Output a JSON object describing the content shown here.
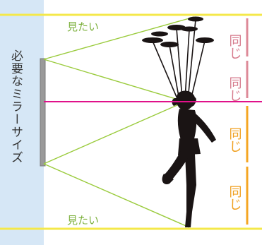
{
  "diagram": {
    "side_label": "必要なミラーサイズ",
    "top_label": "見たい",
    "bottom_label": "見たい",
    "same_labels": [
      "同じ",
      "同じ",
      "同じ",
      "同じ"
    ],
    "colors": {
      "side_panel": "#d6e7f6",
      "edge_line": "#f4e84a",
      "sight_lines": "#9acb3c",
      "eye_line": "#e0118a",
      "upper_bracket": "#dd8a98",
      "lower_bracket": "#f5a623",
      "upper_text": "#d67a8c",
      "lower_text": "#f0a020",
      "mirror": "#9a9a9a",
      "figure": "#1a1414"
    }
  }
}
